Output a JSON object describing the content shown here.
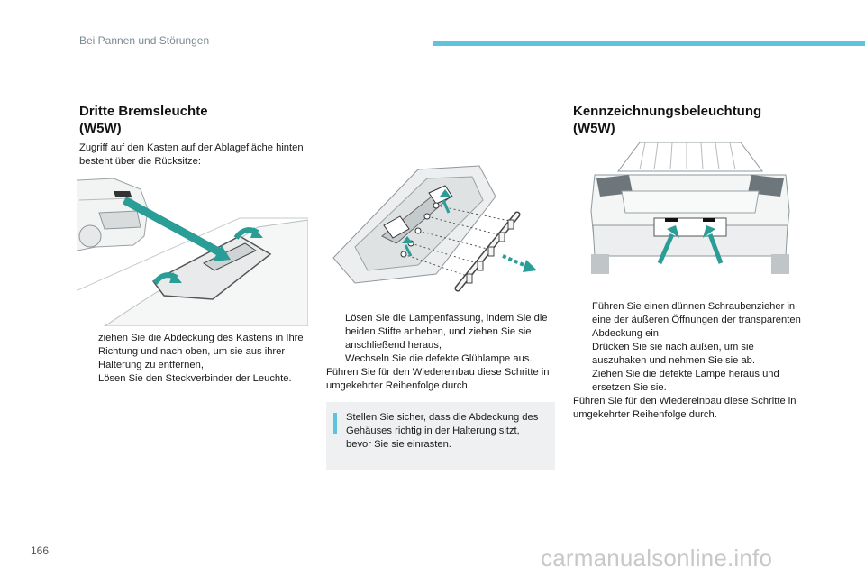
{
  "header": {
    "title": "Bei Pannen und Störungen",
    "accent_color": "#5ec3dc"
  },
  "left": {
    "heading": "Dritte Bremsleuchte",
    "subheading": "(W5W)",
    "intro": "Zugriff auf den Kasten auf der Ablagefläche hinten besteht über die Rücksitze:",
    "bullets": [
      "ziehen Sie die Abdeckung des Kastens in Ihre Richtung und nach oben, um sie aus ihrer Halterung zu entfernen,",
      "Lösen Sie den Steckverbinder der Leuchte."
    ],
    "illustration_icon": "rear-shelf-brake-light-illustration"
  },
  "middle": {
    "bullets": [
      "Lösen Sie die Lampenfassung, indem Sie die beiden Stifte anheben, und ziehen Sie sie anschließend heraus,",
      "Wechseln Sie die defekte Glühlampe aus."
    ],
    "closing": "Führen Sie für den Wiedereinbau diese Schritte in umgekehrter Reihenfolge durch.",
    "note": "Stellen Sie sicher, dass die Abdeckung des Gehäuses richtig in der Halterung sitzt, bevor Sie sie einrasten.",
    "illustration_icon": "lamp-holder-exploded-illustration"
  },
  "right": {
    "heading": "Kennzeichnungsbeleuchtung",
    "subheading": "(W5W)",
    "bullets": [
      "Führen Sie einen dünnen Schraubenzieher in eine der äußeren Öffnungen der transparenten Abdeckung ein.",
      "Drücken Sie sie nach außen, um sie auszuhaken und nehmen Sie sie ab.",
      "Ziehen Sie die defekte Lampe heraus und ersetzen Sie sie."
    ],
    "closing": "Führen Sie für den Wiedereinbau diese Schritte in umgekehrter Reihenfolge durch.",
    "illustration_icon": "car-rear-plate-light-illustration"
  },
  "bullet_marker": "",
  "footer": {
    "page_number": "166",
    "watermark": "carmanualsonline.info"
  }
}
